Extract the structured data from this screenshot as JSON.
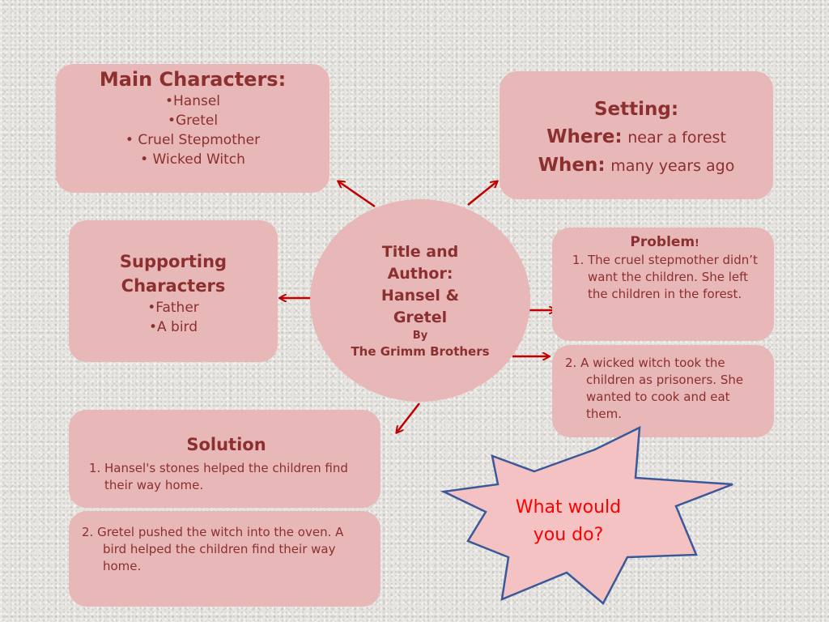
{
  "main_characters": {
    "heading": "Main Characters:",
    "items": [
      "•Hansel",
      "•Gretel",
      "• Cruel Stepmother",
      "• Wicked Witch"
    ]
  },
  "supporting": {
    "heading_line1": "Supporting",
    "heading_line2": "Characters",
    "items": [
      "•Father",
      "•A bird"
    ]
  },
  "setting": {
    "heading": "Setting:",
    "where_label": "Where:",
    "where_value": "near a forest",
    "when_label": "When:",
    "when_value": "many years ago"
  },
  "center": {
    "line1": "Title and",
    "line2": "Author:",
    "line3": "Hansel &",
    "line4": "Gretel",
    "by": "By",
    "author": "The Grimm Brothers"
  },
  "problem": {
    "heading": "Problem",
    "heading_suffix": "!",
    "item1": "The cruel stepmother didn’t want the children. She left the children in the forest.",
    "item2": "2. A wicked witch took the children as prisoners. She wanted to cook and eat them."
  },
  "solution": {
    "heading": "Solution",
    "item1": "Hansel's stones helped the children find their way home.",
    "item2": "2. Gretel pushed the witch into the oven. A bird helped the children find their way home."
  },
  "starburst": {
    "text_line1": "What would",
    "text_line2": "you do?"
  },
  "colors": {
    "box_fill": "#e8b7b7",
    "text": "#8b2f2f",
    "arrow": "#c00000",
    "star_stroke": "#3b5998",
    "star_text": "#ff0000"
  }
}
